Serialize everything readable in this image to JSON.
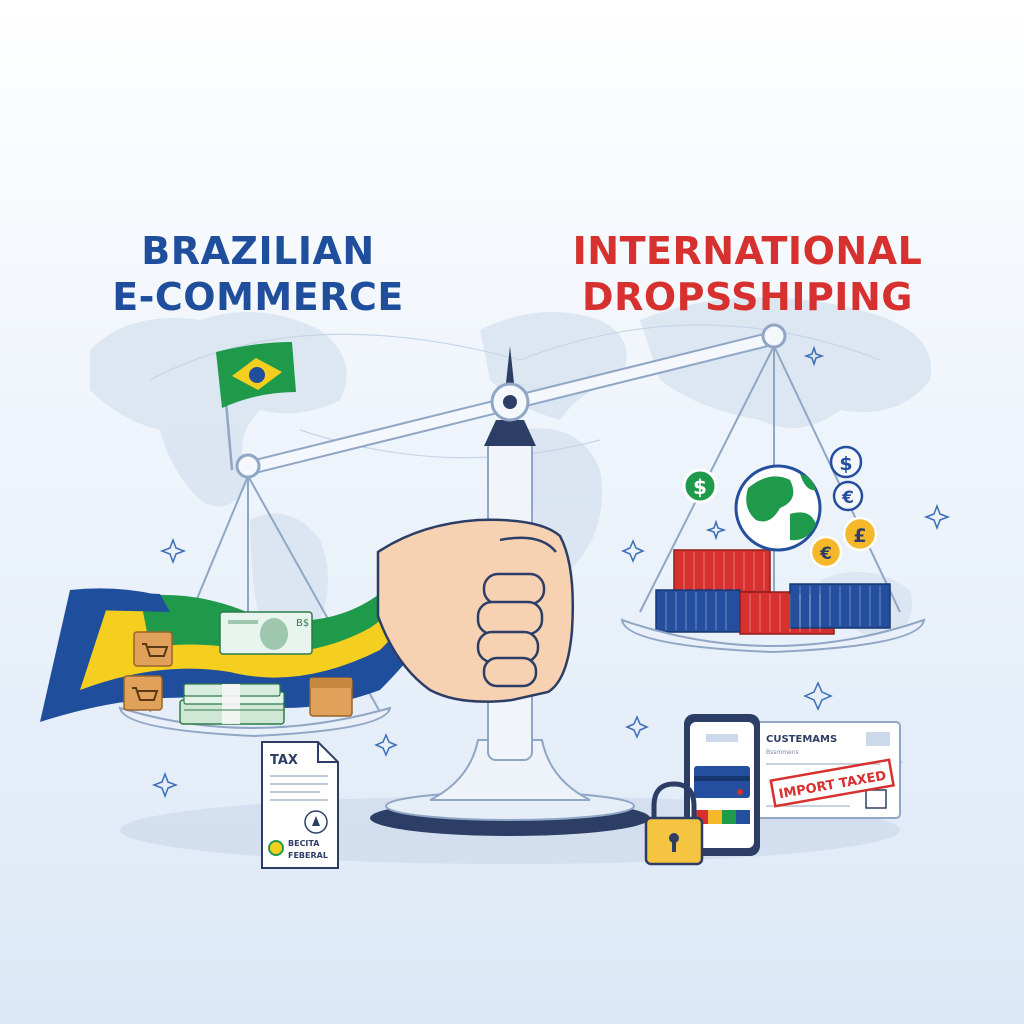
{
  "headline": {
    "left": {
      "line1": "BRAZILIAN",
      "line2": "E-COMMERCE",
      "color": "#1f4f9c"
    },
    "right": {
      "line1": "INTERNATIONAL",
      "line2": "DROPSSHIPING",
      "color": "#d6312f"
    }
  },
  "documents": {
    "tax_form": {
      "title": "TAX",
      "agency_line1": "BECITA",
      "agency_line2": "FEBERAL"
    },
    "customs_form": {
      "title": "CUSTEMAMS",
      "subtitle": "Bssmmens",
      "stamp": "IMPORT TAXED"
    }
  },
  "banknote": {
    "denomination": "B$"
  },
  "currency_symbols": [
    "$",
    "$",
    "€",
    "£",
    "€"
  ],
  "colors": {
    "brazil_green": "#1f9a4a",
    "brazil_yellow": "#f5cf1f",
    "brazil_blue": "#1f4f9c",
    "container_red": "#d6312f",
    "container_blue": "#244f9e",
    "scale_gray": "#c9d6e6",
    "skin": "#f6d2b2"
  },
  "icons": [
    "brazil-flag-icon",
    "shopping-cart-icon",
    "globe-icon",
    "padlock-icon",
    "smartphone-icon",
    "sparkle-icon"
  ]
}
